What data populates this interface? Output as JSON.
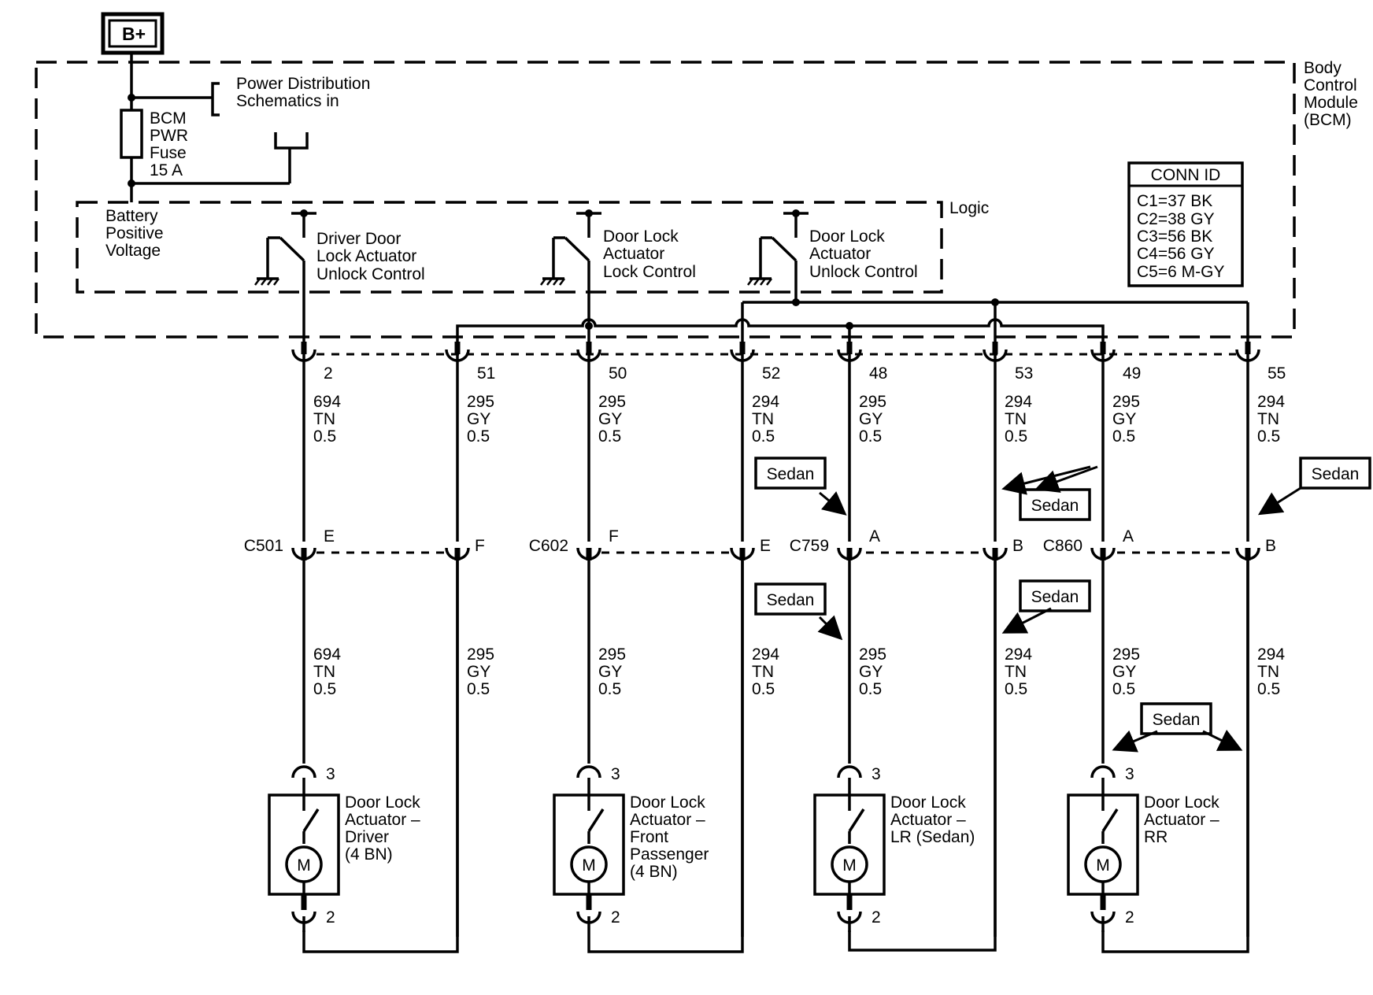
{
  "supply": {
    "label": "B+"
  },
  "module": {
    "label_lines": [
      "Body",
      "Control",
      "Module",
      "(BCM)"
    ]
  },
  "logic": {
    "label": "Logic"
  },
  "power_ref": {
    "lines": [
      "Power Distribution",
      "Schematics in"
    ]
  },
  "fuse": {
    "lines": [
      "BCM",
      "PWR",
      "Fuse",
      "15 A"
    ]
  },
  "battery": {
    "lines": [
      "Battery",
      "Positive",
      "Voltage"
    ]
  },
  "controls": [
    {
      "lines": [
        "Driver Door",
        "Lock Actuator",
        "Unlock Control"
      ]
    },
    {
      "lines": [
        "Door Lock",
        "Actuator",
        "Lock Control"
      ]
    },
    {
      "lines": [
        "Door Lock",
        "Actuator",
        "Unlock Control"
      ]
    }
  ],
  "conn_id": {
    "title": "CONN ID",
    "rows": [
      "C1=37 BK",
      "C2=38 GY",
      "C3=56 BK",
      "C4=56 GY",
      "C5=6 M-GY"
    ]
  },
  "bcm_pins": [
    "2",
    "51",
    "50",
    "52",
    "48",
    "53",
    "49",
    "55"
  ],
  "upper_wires": [
    [
      "694",
      "TN",
      "0.5"
    ],
    [
      "295",
      "GY",
      "0.5"
    ],
    [
      "295",
      "GY",
      "0.5"
    ],
    [
      "294",
      "TN",
      "0.5"
    ],
    [
      "295",
      "GY",
      "0.5"
    ],
    [
      "294",
      "TN",
      "0.5"
    ],
    [
      "295",
      "GY",
      "0.5"
    ],
    [
      "294",
      "TN",
      "0.5"
    ]
  ],
  "lower_wires": [
    [
      "694",
      "TN",
      "0.5"
    ],
    [
      "295",
      "GY",
      "0.5"
    ],
    [
      "295",
      "GY",
      "0.5"
    ],
    [
      "294",
      "TN",
      "0.5"
    ],
    [
      "295",
      "GY",
      "0.5"
    ],
    [
      "294",
      "TN",
      "0.5"
    ],
    [
      "295",
      "GY",
      "0.5"
    ],
    [
      "294",
      "TN",
      "0.5"
    ]
  ],
  "inline_connectors": [
    {
      "name": "C501",
      "pins": [
        "E",
        "F"
      ]
    },
    {
      "name": "C602",
      "pins": [
        "F",
        "E"
      ]
    },
    {
      "name": "C759",
      "pins": [
        "A",
        "B"
      ]
    },
    {
      "name": "C860",
      "pins": [
        "A",
        "B"
      ]
    }
  ],
  "variant_tag": "Sedan",
  "actuators": [
    {
      "lines": [
        "Door Lock",
        "Actuator –",
        "Driver",
        "(4 BN)"
      ],
      "pin_top": "3",
      "pin_bottom": "2",
      "motor": "M"
    },
    {
      "lines": [
        "Door Lock",
        "Actuator –",
        "Front",
        "Passenger",
        "(4 BN)"
      ],
      "pin_top": "3",
      "pin_bottom": "2",
      "motor": "M"
    },
    {
      "lines": [
        "Door Lock",
        "Actuator –",
        "LR (Sedan)"
      ],
      "pin_top": "3",
      "pin_bottom": "2",
      "motor": "M"
    },
    {
      "lines": [
        "Door Lock",
        "Actuator –",
        "RR"
      ],
      "pin_top": "3",
      "pin_bottom": "2",
      "motor": "M"
    }
  ]
}
